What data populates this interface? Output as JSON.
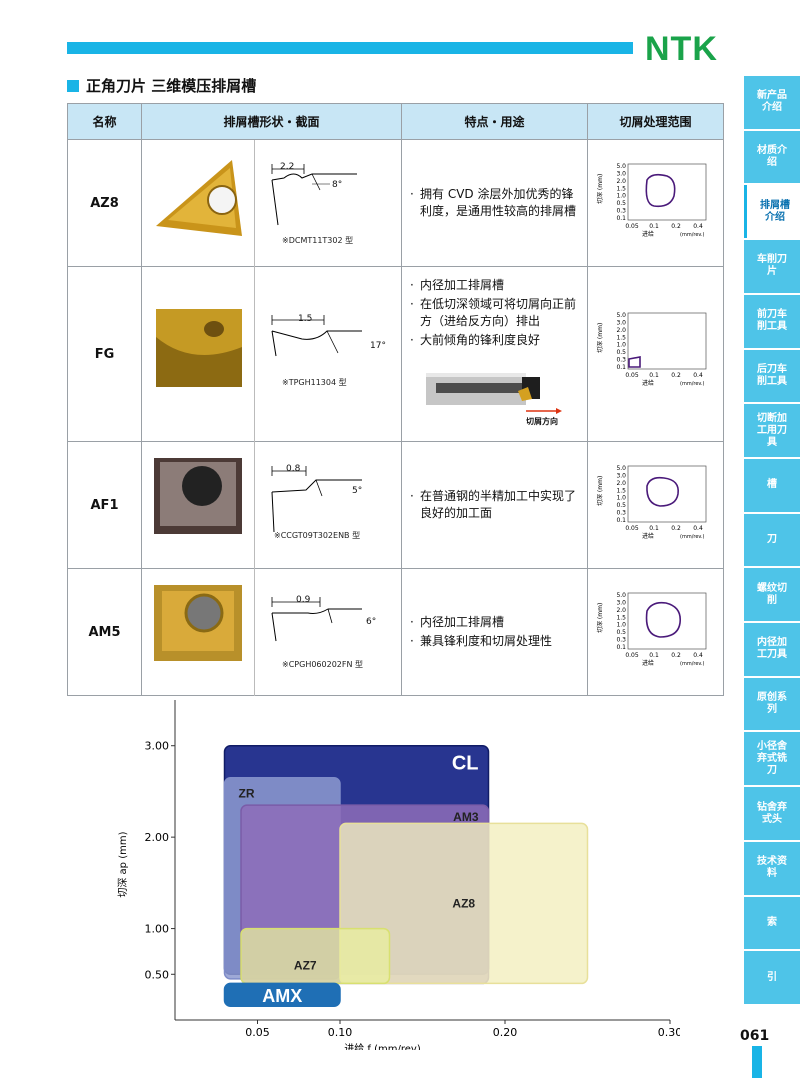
{
  "brand": "NTK",
  "page_number": "061",
  "title": "正角刀片 三维模压排屑槽",
  "table": {
    "headers": [
      "名称",
      "排屑槽形状・截面",
      "特点・用途",
      "切屑处理范围"
    ],
    "rows": [
      {
        "name": "AZ8",
        "dim": "2.2",
        "angle": "8°",
        "ref": "※DCMT11T302 型",
        "features": [
          "拥有 CVD 涂层外加优秀的锋利度，是通用性较高的排屑槽"
        ]
      },
      {
        "name": "FG",
        "dim": "1.5",
        "angle": "17°",
        "ref": "※TPGH11304 型",
        "features": [
          "内径加工排屑槽",
          "在低切深领域可将切屑向正前方（进给反方向）排出",
          "大前倾角的锋利度良好"
        ],
        "diagram_label": "切屑方向"
      },
      {
        "name": "AF1",
        "dim": "0.8",
        "angle": "5°",
        "ref": "※CCGT09T302ENB 型",
        "features": [
          "在普通钢的半精加工中实现了良好的加工面"
        ]
      },
      {
        "name": "AM5",
        "dim": "0.9",
        "angle": "6°",
        "ref": "※CPGH060202FN 型",
        "features": [
          "内径加工排屑槽",
          "兼具锋利度和切屑处理性"
        ]
      }
    ],
    "mini_chart": {
      "y_ticks": [
        "5.0",
        "3.0",
        "2.0",
        "1.5",
        "1.0",
        "0.5",
        "0.3",
        "0.1"
      ],
      "x_ticks": [
        "0.05",
        "0.1",
        "0.2",
        "0.4"
      ],
      "ylabel": "切深 (mm)",
      "xlabel": "进给",
      "xunit": "(mm/rev.)"
    }
  },
  "sidebar": [
    {
      "label": "新产品介绍",
      "active": false
    },
    {
      "label": "材质介绍",
      "active": false
    },
    {
      "label": "排屑槽介绍",
      "active": true
    },
    {
      "label": "车削刀片",
      "active": false
    },
    {
      "label": "前刀车削工具",
      "active": false
    },
    {
      "label": "后刀车削工具",
      "active": false
    },
    {
      "label": "切断加工用刀具",
      "active": false
    },
    {
      "label": "槽",
      "active": false
    },
    {
      "label": "刀",
      "active": false
    },
    {
      "label": "螺纹切削",
      "active": false
    },
    {
      "label": "内径加工刀具",
      "active": false
    },
    {
      "label": "原创系列",
      "active": false
    },
    {
      "label": "小径舍弃式铣刀",
      "active": false
    },
    {
      "label": "钻舍弃式头",
      "active": false
    },
    {
      "label": "技术资料",
      "active": false
    },
    {
      "label": "索",
      "active": false
    },
    {
      "label": "引",
      "active": false
    }
  ],
  "chart_data": {
    "type": "area",
    "title": "",
    "xlabel": "进给 f (mm/rev)",
    "ylabel": "切深 ap (mm)",
    "x_ticks": [
      "0.05",
      "0.10",
      "0.20",
      "0.30"
    ],
    "y_ticks": [
      "0.50",
      "1.00",
      "2.00",
      "3.00"
    ],
    "series": [
      {
        "name": "CL",
        "x": [
          0.03,
          0.19
        ],
        "y": [
          0.5,
          3.0
        ],
        "color": "#1a237e"
      },
      {
        "name": "ZR",
        "x": [
          0.03,
          0.1
        ],
        "y": [
          0.45,
          2.65
        ],
        "color": "#9aa6d6"
      },
      {
        "name": "AM3",
        "x": [
          0.04,
          0.19
        ],
        "y": [
          0.4,
          2.35
        ],
        "color": "#8a6fb3"
      },
      {
        "name": "AZ8",
        "x": [
          0.1,
          0.25
        ],
        "y": [
          0.4,
          2.15
        ],
        "color": "#f2eebb"
      },
      {
        "name": "AZ7",
        "x": [
          0.04,
          0.13
        ],
        "y": [
          0.4,
          1.0
        ],
        "color": "#e8ee9a"
      },
      {
        "name": "AMX",
        "x": [
          0.03,
          0.1
        ],
        "y": [
          0.15,
          0.4
        ],
        "color": "#1f6fb5"
      }
    ]
  }
}
